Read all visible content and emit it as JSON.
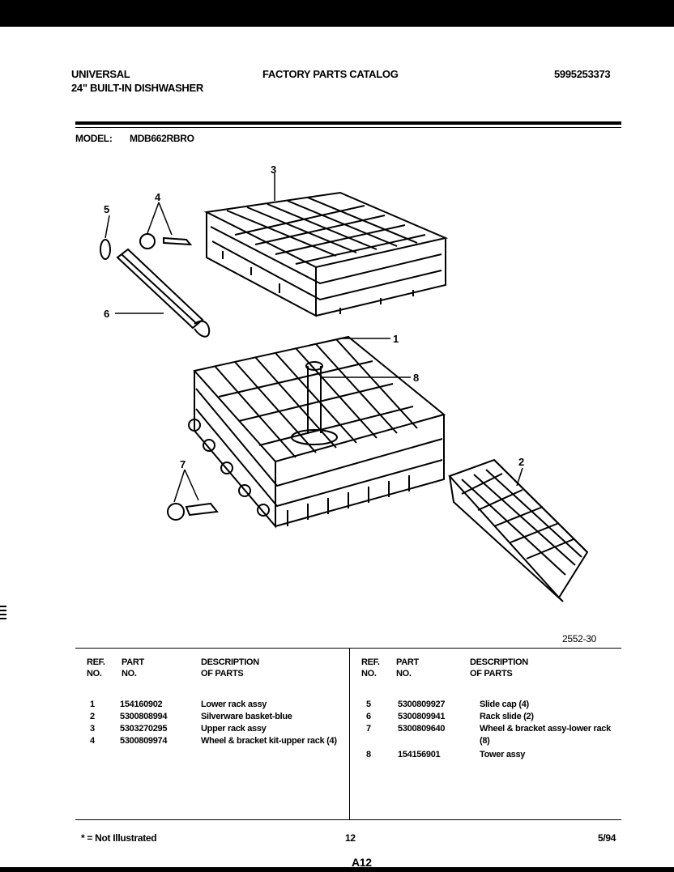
{
  "header": {
    "brand": "UNIVERSAL",
    "product": "24\" BUILT-IN DISHWASHER",
    "catalog_title": "FACTORY PARTS CATALOG",
    "catalog_number": "5995253373",
    "model_label": "MODEL:",
    "model_value": "MDB662RBRO"
  },
  "diagram": {
    "callouts": [
      "3",
      "4",
      "5",
      "6",
      "1",
      "8",
      "7",
      "2"
    ],
    "figure_number": "2552-30"
  },
  "table": {
    "left_headers": {
      "ref1": "REF.",
      "ref2": "NO.",
      "part1": "PART",
      "part2": "NO.",
      "desc1": "DESCRIPTION",
      "desc2": "OF PARTS"
    },
    "right_headers": {
      "ref1": "REF.",
      "ref2": "NO.",
      "part1": "PART",
      "part2": "NO.",
      "desc1": "DESCRIPTION",
      "desc2": "OF PARTS"
    },
    "left_rows": [
      {
        "ref": "1",
        "part": "154160902",
        "desc": "Lower rack assy"
      },
      {
        "ref": "2",
        "part": "5300808994",
        "desc": "Silverware basket-blue"
      },
      {
        "ref": "3",
        "part": "5303270295",
        "desc": "Upper rack assy"
      },
      {
        "ref": "4",
        "part": "5300809974",
        "desc": "Wheel & bracket kit-upper rack (4)"
      }
    ],
    "right_rows": [
      {
        "ref": "5",
        "part": "5300809927",
        "desc": "Slide cap (4)"
      },
      {
        "ref": "6",
        "part": "5300809941",
        "desc": "Rack slide (2)"
      },
      {
        "ref": "7",
        "part": "5300809640",
        "desc": "Wheel & bracket assy-lower rack (8)"
      },
      {
        "ref": "8",
        "part": "154156901",
        "desc": "Tower assy"
      }
    ]
  },
  "footer": {
    "note": "* = Not Illustrated",
    "page": "12",
    "date": "5/94",
    "sheet": "A12"
  }
}
